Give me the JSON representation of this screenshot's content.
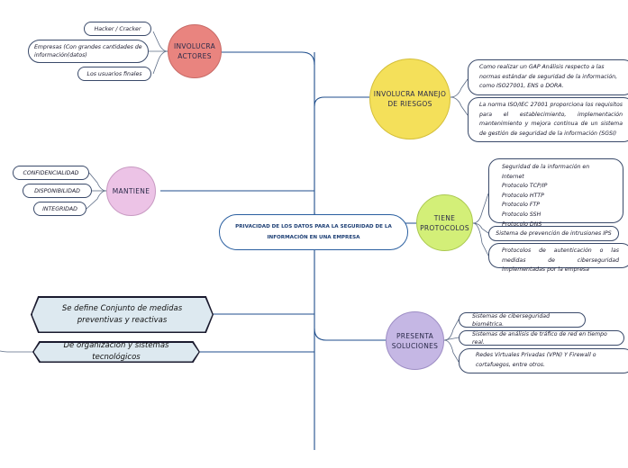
{
  "center": {
    "label": "PRIVACIDAD DE LOS DATOS PARA LA SEGURIDAD DE LA INFORMACIÓN EN UNA EMPRESA"
  },
  "actores": {
    "label": "INVOLUCRA ACTORES",
    "color": "#e9847f",
    "items": [
      "Hacker / Cracker",
      "Empresas (Con grandes cantidades de información(datos)",
      "Los usuarios finales"
    ]
  },
  "mantiene": {
    "label": "MANTIENE",
    "color": "#ecc3e6",
    "items": [
      "CONFIDENCIALIDAD",
      "DISPONIBILIDAD",
      "INTEGRIDAD"
    ]
  },
  "riesgos": {
    "label": "INVOLUCRA MANEJO DE RIESGOS",
    "color": "#f4e05a",
    "items": [
      "Como realizar un GAP Análisis respecto a las normas estándar de seguridad de la información, como ISO27001, ENS o DORA.",
      "La norma ISO/IEC 27001 proporciona los requisitos para el establecimiento, implementación mantenimiento y mejora continua de un sistema de gestión de seguridad de la información (SGSI)"
    ]
  },
  "protocolos": {
    "label": "TIENE PROTOCOLOS",
    "color": "#d3ef78",
    "list": [
      "Seguridad de la información en Internet",
      "Protocolo TCP/IP",
      "Protocolo HTTP",
      "Protocolo FTP",
      "Protocolo SSH",
      "Protocolo DNS"
    ],
    "ips": "Sistema de prevención de intrusiones IPS",
    "auth": "Protocolos de autenticación o las medidas de ciberseguridad implementadas por la empresa"
  },
  "soluciones": {
    "label": "PRESENTA SOLUCIONES",
    "color": "#c5b7e4",
    "items": [
      "Sistemas de ciberseguridad biométrica.",
      "Sistemas de análisis de tráfico de red en tiempo real.",
      "Redes Virtuales Privadas (VPN) Y Firewall o cortafuegos, entre otros."
    ]
  },
  "definicion": {
    "label": "Se define Conjunto de medidas preventivas y reactivas"
  },
  "organizacion": {
    "label": "De organización y sistemas tecnológicos"
  },
  "colors": {
    "link": "#1f4e8c",
    "hex_fill": "#dde9f0"
  }
}
